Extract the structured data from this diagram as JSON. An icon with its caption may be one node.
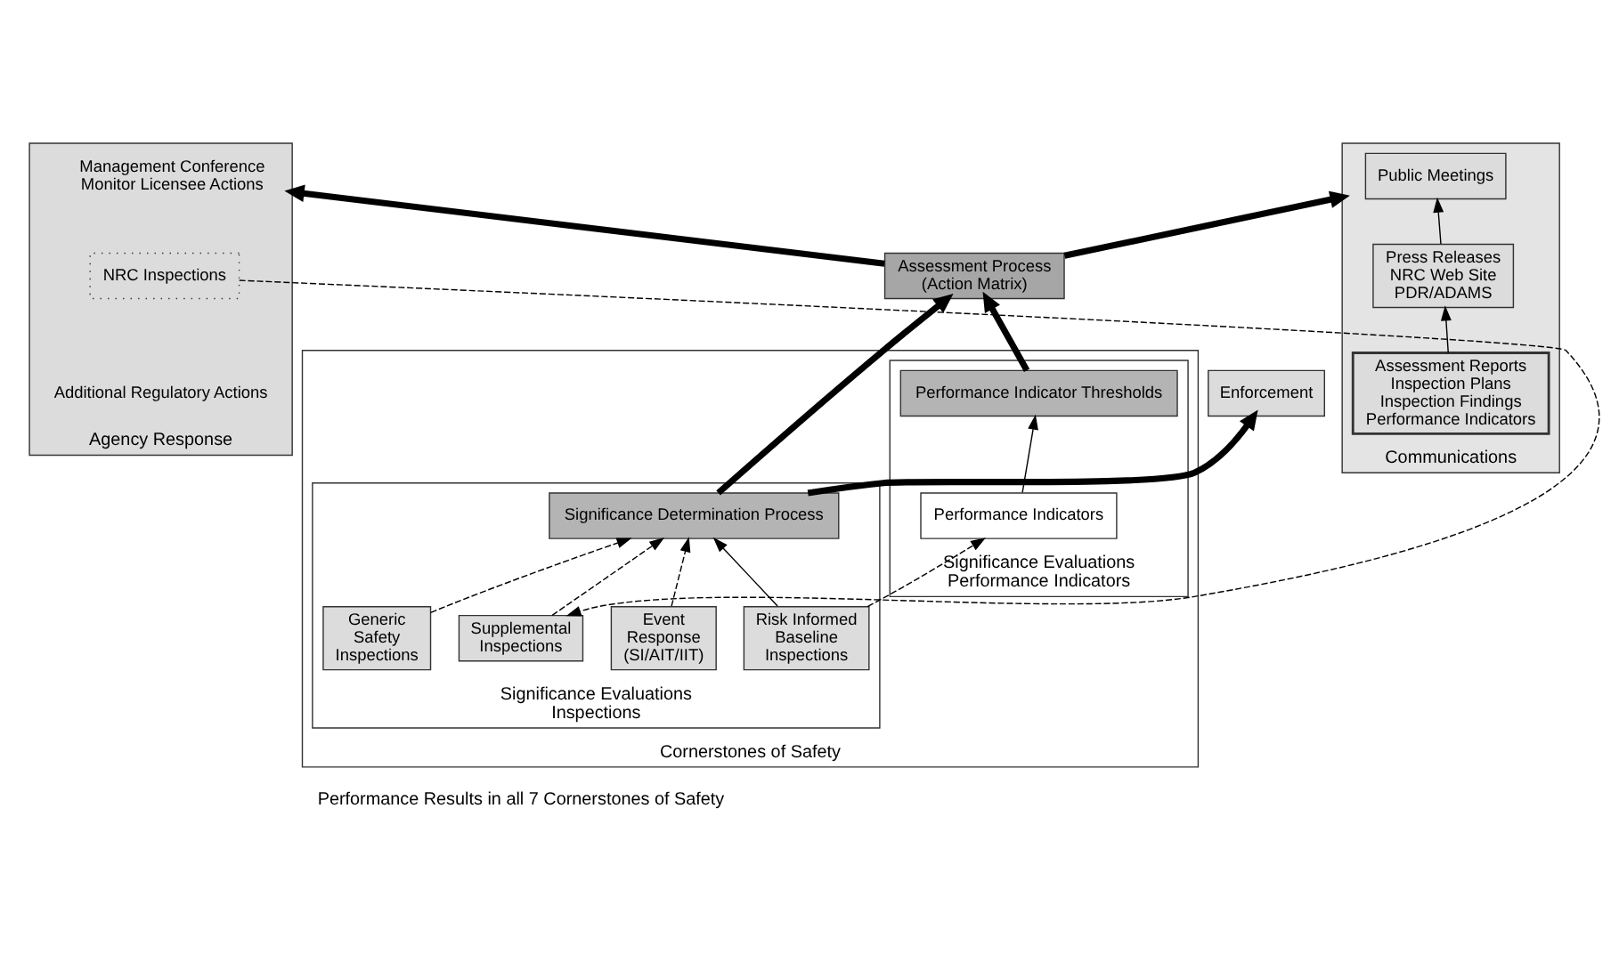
{
  "diagram": {
    "nodes": [
      {
        "text": [
          "Agency Response"
        ]
      },
      {
        "text": [
          "Management Conference Monitor Licensee Actions"
        ],
        "in": 0
      },
      {
        "text": [
          "NRC Inspections"
        ],
        "in": 0
      },
      {
        "text": [
          "Additional Regulatory Actions"
        ],
        "in": 0
      },
      {
        "text": [
          "Enforcement"
        ]
      },
      {
        "text": [
          "Assessment Process",
          "(Action Matrix)"
        ]
      },
      {
        "text": [
          "Communications"
        ]
      },
      {
        "text": [
          "Public Meetings"
        ],
        "in": 6
      },
      {
        "text": [
          "Press Releases NRC Web Site PDR/ADAMS"
        ],
        "in": 6
      },
      {
        "text": [
          "Assessment Reports Inspection Plans Inspection Findings Performance Indicators"
        ],
        "in": 6
      },
      {
        "text": [
          "Cornerstones of Safety"
        ]
      },
      {
        "text": [
          "Significance Evaluations",
          "Inspections"
        ],
        "in": 10
      },
      {
        "text": [
          "Significance Determination Process"
        ],
        "in": 11
      },
      {
        "text": [
          "Supplemental Inspections"
        ],
        "in": 11
      },
      {
        "text": [
          "Event Response (SI/AIT/IIT)"
        ],
        "in": 11
      },
      {
        "text": [
          "Generic Safety Inspections"
        ],
        "in": 11
      },
      {
        "text": [
          "Risk Informed Baseline Inspections"
        ],
        "in": 11
      },
      {
        "text": [
          "Significance Evaluations",
          "Performance Indicators"
        ],
        "in": 10
      },
      {
        "text": [
          "Performance Indicator Thresholds"
        ],
        "in": 17
      },
      {
        "text": [
          "Performance Indicators"
        ],
        "in": 17
      }
    ],
    "edges": [
      {
        "from": 5,
        "to": 0,
        "arrow": "to",
        "style": "thick"
      },
      {
        "from": 5,
        "to": 6,
        "arrow": "to",
        "style": "thick"
      },
      {
        "from": 9,
        "to": 8,
        "arrow": "to"
      },
      {
        "from": 8,
        "to": 7,
        "arrow": "to"
      },
      {
        "from": 12,
        "to": 4,
        "arrow": "to",
        "style": "thick"
      },
      {
        "from": 12,
        "to": 5,
        "arrow": "to",
        "style": "thick"
      },
      {
        "from": 18,
        "to": 5,
        "arrow": "to",
        "style": "thick"
      },
      {
        "from": 13,
        "to": 12,
        "arrow": "to",
        "style": "dashed"
      },
      {
        "from": 14,
        "to": 12,
        "arrow": "to",
        "style": "dashed"
      },
      {
        "from": 15,
        "to": 12,
        "arrow": "to",
        "style": "dashed"
      },
      {
        "from": 16,
        "to": 12,
        "arrow": "to"
      },
      {
        "from": 19,
        "to": 18,
        "arrow": "to"
      },
      {
        "from": 16,
        "to": 19,
        "arrow": "to",
        "style": "dashed"
      },
      {
        "from": 2,
        "to": 13,
        "arrow": "to",
        "style": "dashed"
      }
    ],
    "labels": [
      "Performance Results in all 7 Cornerstones of Safety"
    ]
  }
}
